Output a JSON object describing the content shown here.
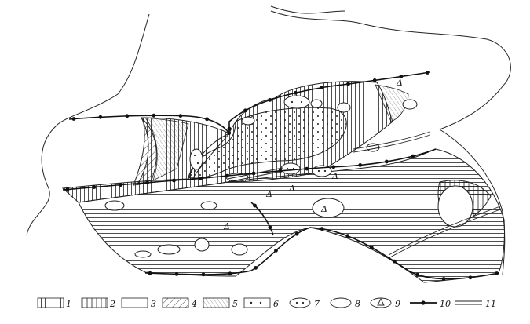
{
  "map": {
    "kind": "schematic geological / tectonic map",
    "symbols": {
      "triangle": "Δ"
    },
    "legend": {
      "items": [
        {
          "num": "1",
          "pattern": "vertical-hatch"
        },
        {
          "num": "2",
          "pattern": "grid-hatch"
        },
        {
          "num": "3",
          "pattern": "horizontal-hatch"
        },
        {
          "num": "4",
          "pattern": "diagonal-hatch"
        },
        {
          "num": "5",
          "pattern": "fine-diagonal"
        },
        {
          "num": "6",
          "pattern": "dots"
        },
        {
          "num": "7",
          "pattern": "dotted-lens"
        },
        {
          "num": "8",
          "pattern": "lens"
        },
        {
          "num": "9",
          "pattern": "triangle-lens"
        },
        {
          "num": "10",
          "pattern": "dotted-line"
        },
        {
          "num": "11",
          "pattern": "double-line"
        }
      ]
    }
  }
}
